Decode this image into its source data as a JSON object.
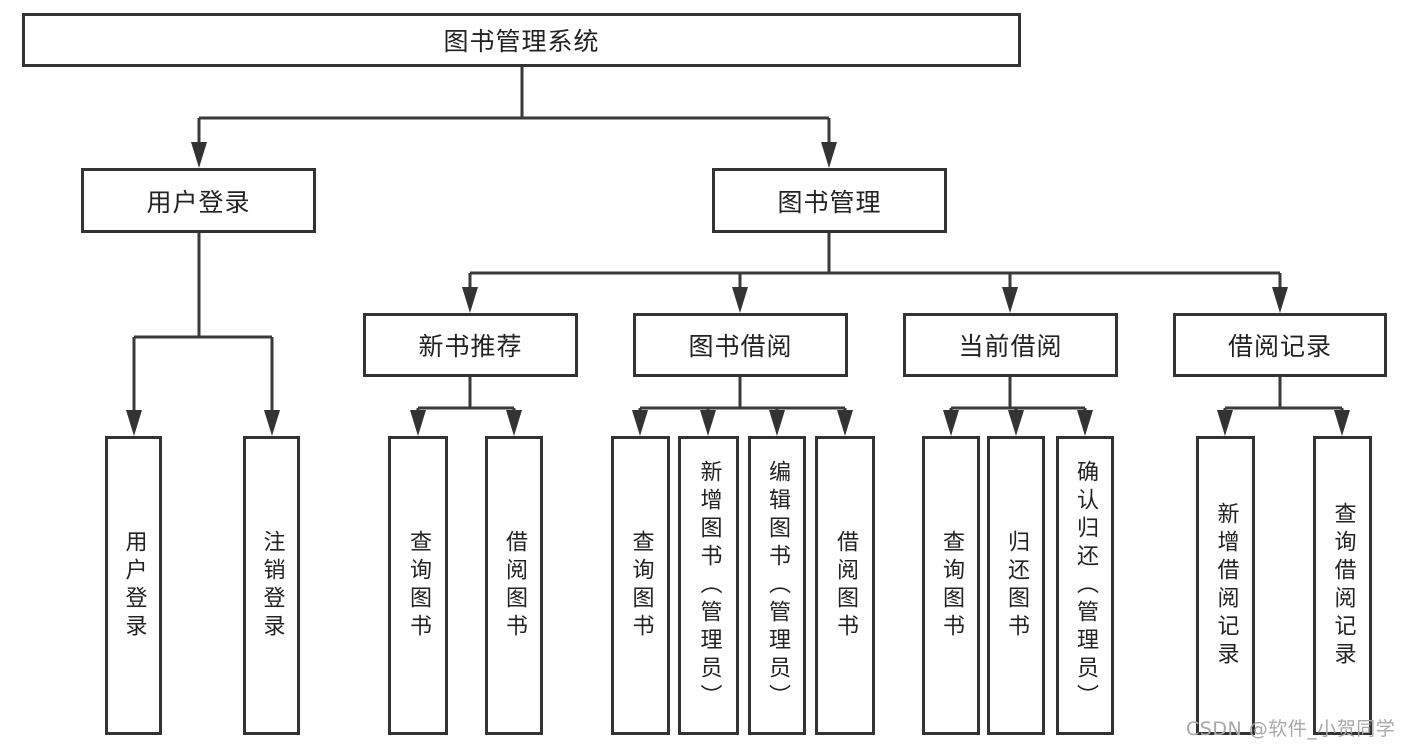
{
  "tree": {
    "label": "图书管理系统",
    "children": [
      {
        "label": "用户登录",
        "children": [
          {
            "label": "用户登录"
          },
          {
            "label": "注销登录"
          }
        ]
      },
      {
        "label": "图书管理",
        "children": [
          {
            "label": "新书推荐",
            "children": [
              {
                "label": "查询图书"
              },
              {
                "label": "借阅图书"
              }
            ]
          },
          {
            "label": "图书借阅",
            "children": [
              {
                "label": "查询图书"
              },
              {
                "label": "新增图书（管理员）"
              },
              {
                "label": "编辑图书（管理员）"
              },
              {
                "label": "借阅图书"
              }
            ]
          },
          {
            "label": "当前借阅",
            "children": [
              {
                "label": "查询图书"
              },
              {
                "label": "归还图书"
              },
              {
                "label": "确认归还（管理员）"
              }
            ]
          },
          {
            "label": "借阅记录",
            "children": [
              {
                "label": "新增借阅记录"
              },
              {
                "label": "查询借阅记录"
              }
            ]
          }
        ]
      }
    ]
  },
  "watermark": {
    "text": "CSDN @软件_小贺同学"
  },
  "colors": {
    "line": "#3a3a3a",
    "box_border": "#333333",
    "box_fill": "#ffffff",
    "text": "#222222",
    "watermark": "#a8a8a8",
    "background": "#ffffff"
  }
}
